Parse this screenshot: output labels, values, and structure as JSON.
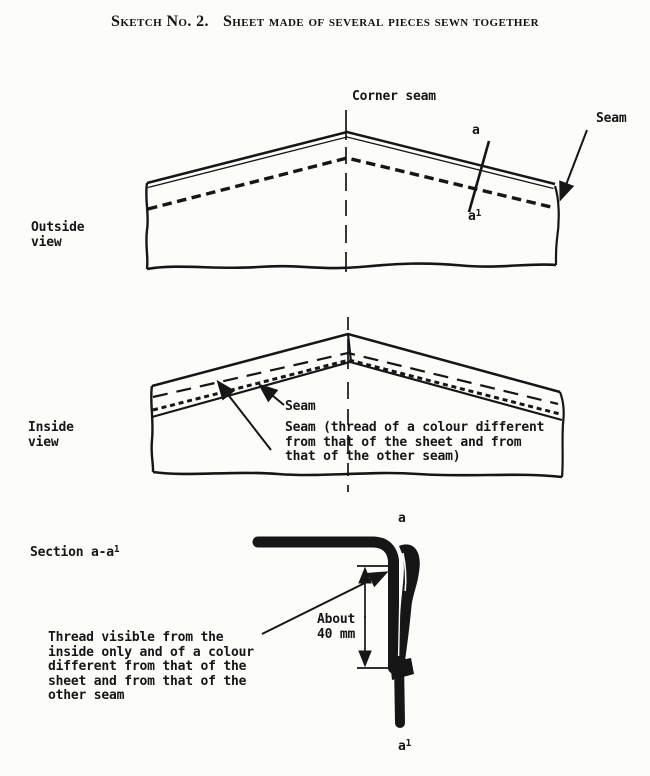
{
  "colors": {
    "paper": "#fcfcfa",
    "ink": "#161616"
  },
  "title": {
    "number": "Sketch No. 2.",
    "text": "Sheet made of several pieces sewn together"
  },
  "outside_view": {
    "caption_line1": "Outside",
    "caption_line2": "view",
    "corner_seam_label": "Corner seam",
    "seam_label": "Seam",
    "section_mark_top": "a",
    "section_mark_bottom": "a",
    "section_mark_bottom_sup": "1"
  },
  "inside_view": {
    "caption_line1": "Inside",
    "caption_line2": "view",
    "seam_label": "Seam",
    "seam_note_line1": "Seam (thread of a colour different",
    "seam_note_line2": "from that of the sheet and from",
    "seam_note_line3": "that of the other seam)"
  },
  "section_view": {
    "caption": "Section a-a",
    "caption_sup": "1",
    "mark_top": "a",
    "mark_bottom": "a",
    "mark_bottom_sup": "1",
    "dimension_line1": "About",
    "dimension_line2": "40 mm",
    "note_line1": "Thread visible from the",
    "note_line2": "inside only and of a colour",
    "note_line3": "different from that of the",
    "note_line4": "sheet and from that of the",
    "note_line5": "other seam"
  }
}
